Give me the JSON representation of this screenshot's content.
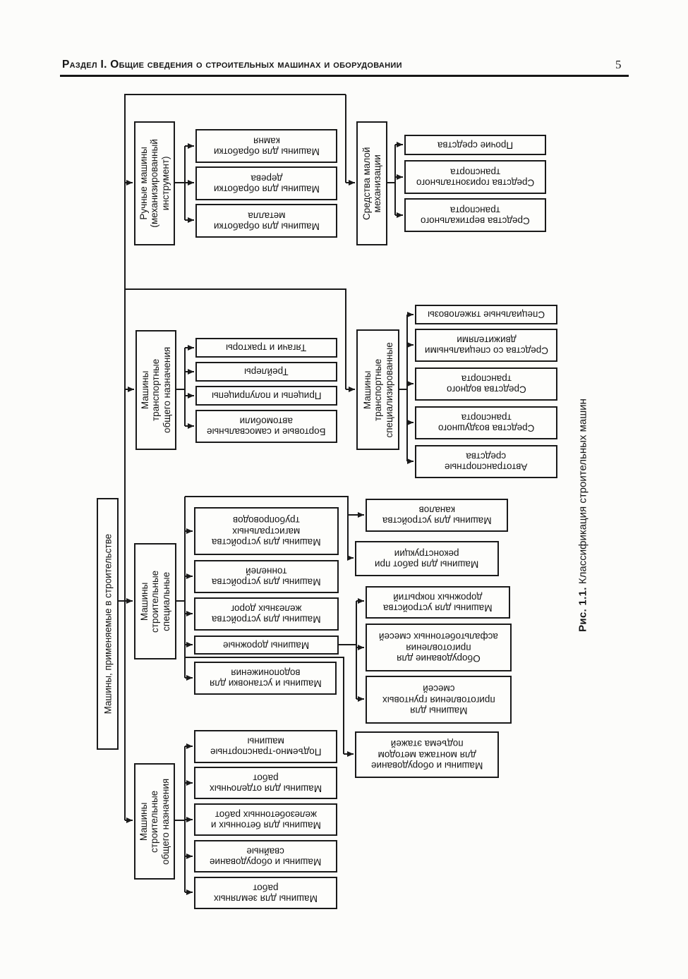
{
  "header": {
    "title": "Раздел I. Общие сведения о строительных машинах и оборудовании",
    "page_number": "5"
  },
  "caption": {
    "label": "Рис. 1.1.",
    "text": "Классификация строительных машин"
  },
  "diagram": {
    "root": "Машины, применяемые в строительстве",
    "hand_tools": {
      "parent": "Ручные машины\n(механизированный\nинструмент)",
      "children": [
        "Машины для обработки\nкамня",
        "Машины для обработки\nдерева",
        "Машины для обработки\nметалла"
      ]
    },
    "small_mech": {
      "parent": "Средства малой\nмеханизации",
      "children": [
        "Прочие средства",
        "Средства горизонтального\nтранспорта",
        "Средства вертикального\nтранспорта"
      ]
    },
    "transport_general": {
      "parent": "Машины\nтранспортные\nобщего назначения",
      "children": [
        "Тягачи и тракторы",
        "Трейлеры",
        "Прицепы и полуприцепы",
        "Бортовые и самосвальные\nавтомобили"
      ]
    },
    "transport_special": {
      "parent": "Машины\nтранспортные\nспециализированные",
      "children": [
        "Специальные тяжеловозы",
        "Средства со специальными\nдвижителями",
        "Средства водного\nтранспорта",
        "Средства воздушного\nтранспорта",
        "Автотранспортные\nсредства"
      ]
    },
    "construction_special": {
      "parent": "Машины\nстроительные\nспециальные",
      "children": [
        "Машины для устройства\nмагистральных\nтрубопроводов",
        "Машины для устройства\nтоннелей",
        "Машины для устройства\nжелезных дорог",
        "Машины дорожные",
        "Машины и установки для\nводопонижения"
      ]
    },
    "special_right": {
      "children": [
        "Машины для устройства\nканалов",
        "Машины для работ при\nреконструкции",
        "Машины для устройства\nдорожных покрытий",
        "Оборудование для\nприготовления\nасфальтобетонных смесей",
        "Машины для\nприготовления грунтовых\nсмесей",
        "Машины и оборудование\nдля монтажа методом\nподъема этажей"
      ]
    },
    "construction_general": {
      "parent": "Машины\nстроительные\nобщего назначения",
      "children": [
        "Подъемно-транспортные\nмашины",
        "Машины для отделочных\nработ",
        "Машины для бетонных и\nжелезобетонных работ",
        "Машины и оборудование\nсвайные",
        "Машины для земляных\nработ"
      ]
    }
  }
}
